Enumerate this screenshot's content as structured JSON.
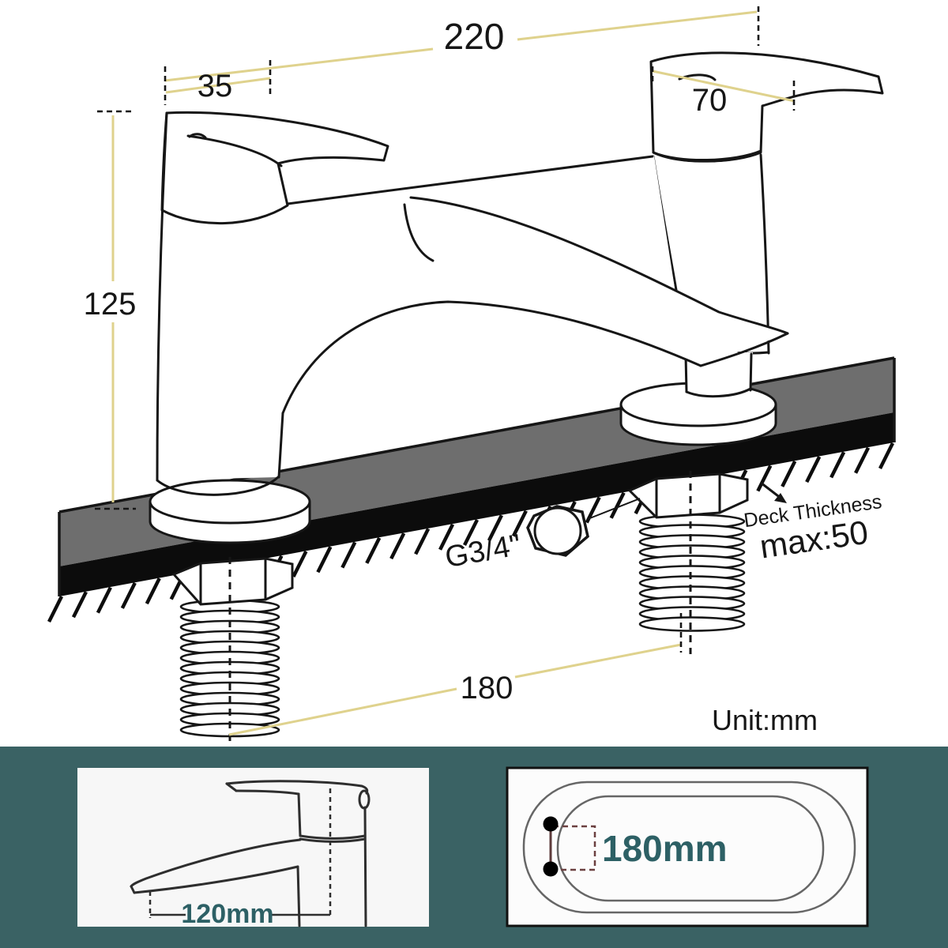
{
  "diagram": {
    "unit_label": "Unit:mm",
    "dims": {
      "overall_width": "220",
      "left_handle_width": "35",
      "right_handle_width": "70",
      "body_height": "125",
      "inlet_spacing": "180",
      "thread_size": "G3/4''",
      "deck_thickness_title": "Deck Thickness",
      "deck_thickness_value": "max:50"
    }
  },
  "insets": {
    "side_view": {
      "spout_reach_label": "120mm"
    },
    "bath_top_view": {
      "tap_hole_spacing_label": "180mm"
    }
  },
  "colors": {
    "dim_line": "#dfd28d",
    "teal_band": "#3a6264",
    "teal_text": "#2d6065",
    "deck_gray": "#6e6e6e",
    "ink": "#161616",
    "panel_bg": "#f7f7f7"
  }
}
